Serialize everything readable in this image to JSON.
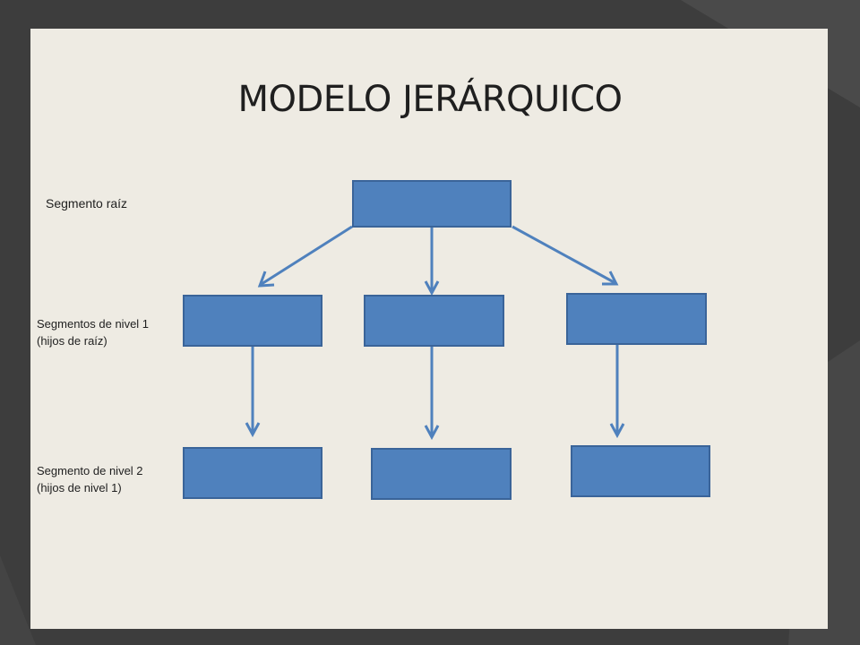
{
  "slide": {
    "title": "MODELO JERÁRQUICO",
    "colors": {
      "background": "#eeebe3",
      "frame": "#3d3d3d",
      "node_fill": "#4f81bd",
      "node_border": "#3a6499",
      "arrow": "#4f81bd",
      "text": "#1f1f1f"
    }
  },
  "levels": [
    {
      "id": "root",
      "lines": [
        "Segmento raíz"
      ]
    },
    {
      "id": "level-1",
      "lines": [
        "Segmentos de nivel 1",
        "(hijos de raíz)"
      ]
    },
    {
      "id": "level-2",
      "lines": [
        "Segmento de nivel 2",
        "(hijos de nivel 1)"
      ]
    }
  ],
  "tree": {
    "node_labels": "",
    "nodes": [
      "root",
      "n1-left",
      "n1-center",
      "n1-right",
      "n2-left",
      "n2-center",
      "n2-right"
    ],
    "edges": [
      {
        "from": "root",
        "to": "n1-left"
      },
      {
        "from": "root",
        "to": "n1-center"
      },
      {
        "from": "root",
        "to": "n1-right"
      },
      {
        "from": "n1-left",
        "to": "n2-left"
      },
      {
        "from": "n1-center",
        "to": "n2-center"
      },
      {
        "from": "n1-right",
        "to": "n2-right"
      }
    ]
  }
}
